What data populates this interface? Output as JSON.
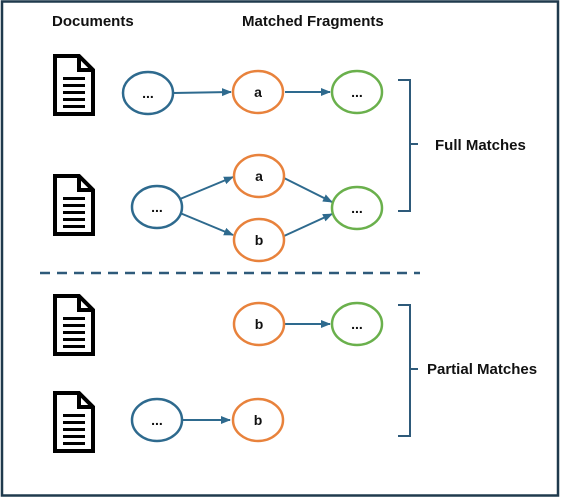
{
  "headers": {
    "documents": "Documents",
    "matched_fragments": "Matched Fragments"
  },
  "groups": {
    "full": "Full Matches",
    "partial": "Partial Matches"
  },
  "nodes": {
    "ellipsis": "...",
    "a": "a",
    "b": "b"
  },
  "colors": {
    "frame": "#1f3a4d",
    "doc_node": "#2e6a8e",
    "fragment_a_b": "#e8823c",
    "fragment_end": "#6ab04c",
    "arrow": "#2e6a8e",
    "divider": "#2e5a7a",
    "brace": "#2e5a7a"
  }
}
